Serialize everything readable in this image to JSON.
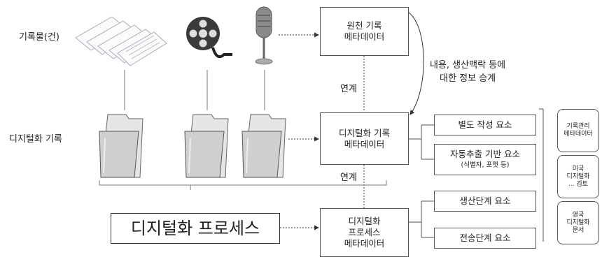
{
  "row_labels": {
    "records": "기록물(건)",
    "digitization": "디지털화 기록"
  },
  "process_box": "디지털화 프로세스",
  "meta_boxes": {
    "original": [
      "원천 기록",
      "메타데이터"
    ],
    "digitized": [
      "디지털화 기록",
      "메타데이터"
    ],
    "process": [
      "디지털화",
      "프로세스",
      "메타데이터"
    ]
  },
  "link_labels": [
    "연계",
    "연계"
  ],
  "inherit_note": [
    "내용, 생산맥락 등에",
    "대한 정보 승계"
  ],
  "elements": {
    "separate": "별도 작성 요소",
    "auto": "자동추출 기반 요소",
    "auto_sub": "(식별자, 포맷 등)",
    "production": "생산단계 요소",
    "transfer": "전송단계 요소"
  },
  "side_boxes": [
    [
      "기록관리",
      "메타데이터"
    ],
    [
      "미국",
      "디지털화",
      "... 검토"
    ],
    [
      "영국",
      "디지털화",
      "문서"
    ]
  ],
  "colors": {
    "line": "#555555",
    "border": "#555555",
    "folder": "#d9d9d9"
  }
}
